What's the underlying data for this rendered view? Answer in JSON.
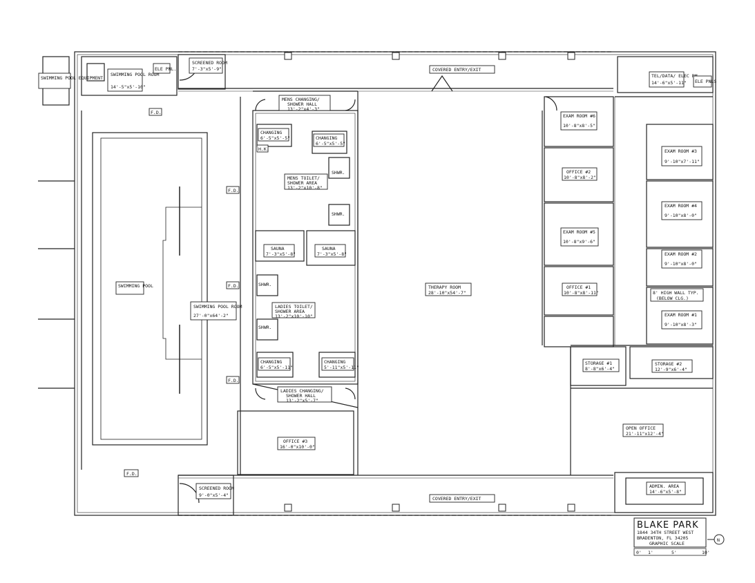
{
  "labels": {
    "pool_equipment": "SWIMMING POOL EQUIPMENT",
    "pool_equipment_room": "SWIMMING POOL ROOM",
    "pool_equipment_room_dim": "14'-5\"x5'-10\"",
    "ele_pnl": "ELE PNL.",
    "screened_top": "SCREENED ROOM",
    "screened_top_dim": "7'-3\"x5'-9\"",
    "covered_top": "COVERED ENTRY/EXIT",
    "mens_hall": "MENS CHANGING/",
    "mens_hall2": "SHOWER HALL",
    "mens_hall_dim": "13'-2\"x4'-3\"",
    "changing_a": "CHANGING",
    "changing_a_dim": "6'-5\"x5'-5\"",
    "changing_b": "CHANGING",
    "changing_b_dim": "6'-5\"x5'-5\"",
    "hk": "H.K.",
    "mens_toilet": "MENS TOILET/",
    "mens_toilet2": "SHOWER AREA",
    "mens_toilet_dim": "13'-2\"x10'-8\"",
    "shwr_1": "SHWR.",
    "shwr_2": "SHWR.",
    "shwr_3": "SHWR.",
    "shwr_4": "SHWR.",
    "sauna_a": "SAUNA",
    "sauna_a_dim": "7'-3\"x5'-8\"",
    "sauna_b": "SAUNA",
    "sauna_b_dim": "7'-3\"x5'-8\"",
    "ladies_toilet": "LADIES TOILET/",
    "ladies_toilet2": "SHOWER AREA",
    "ladies_toilet_dim": "13'-2\"x10'-10\"",
    "changing_c": "CHANGING",
    "changing_c_dim": "6'-5\"x5'-11\"",
    "changing_d": "CHANGING",
    "changing_d_dim": "5'-11\"x5'-11\"",
    "ladies_hall": "LADIES CHANGING/",
    "ladies_hall2": "SHOWER HALL",
    "ladies_hall_dim": "13'-2\"x5'-7\"",
    "office3": "OFFICE #3",
    "office3_dim": "16'-0\"x10'-0\"",
    "pool": "SWIMMING POOL",
    "pool_room": "SWIMMING POOL ROOM",
    "pool_room_dim": "27'-0\"x64'-2\"",
    "fd": "F.D.",
    "therapy": "THERAPY ROOM",
    "therapy_dim": "28'-10\"x54'-7\"",
    "exam6": "EXAM ROOM #6",
    "exam6_dim": "10'-8\"x8'-5\"",
    "office2": "OFFICE #2",
    "office2_dim": "10'-8\"x8'-2\"",
    "exam5": "EXAM ROOM #5",
    "exam5_dim": "10'-8\"x9'-6\"",
    "office1": "OFFICE #1",
    "office1_dim": "10'-8\"x8'-11\"",
    "tel_data": "TEL/DATA/ ELEC RM",
    "tel_data_dim": "14'-6\"x5'-11\"",
    "ele_pnls": "ELE PNLS",
    "exam3": "EXAM ROOM #3",
    "exam3_dim": "9'-10\"x7'-11\"",
    "exam4": "EXAM ROOM #4",
    "exam4_dim": "9'-10\"x8'-0\"",
    "exam2": "EXAM ROOM #2",
    "exam2_dim": "9'-10\"x8'-0\"",
    "high_wall": "8' HIGH WALL TYP.",
    "high_wall2": "(BELOW CLG.)",
    "exam1": "EXAM ROOM #1",
    "exam1_dim": "9'-10\"x8'-3\"",
    "storage1": "STORAGE #1",
    "storage1_dim": "8'-8\"x6'-4\"",
    "storage2": "STORAGE #2",
    "storage2_dim": "12'-9\"x6'-4\"",
    "open_office": "OPEN OFFICE",
    "open_office_dim": "21'-11\"x12'-4\"",
    "screened_bottom": "SCREENED ROOM",
    "screened_bottom_dim": "9'-0\"x5'-4\"",
    "covered_bottom": "COVERED ENTRY/EXIT",
    "admin": "ADMIN. AREA",
    "admin_dim": "14'-6\"x5'-8\""
  },
  "title_block": {
    "name": "BLAKE PARK",
    "address1": "1844 34TH STREET WEST",
    "address2": "BRADENTON, FL 34205",
    "scale_label": "GRAPHIC SCALE",
    "scale_ticks": [
      "0'",
      "1'",
      "5'",
      "10'"
    ],
    "north": "N"
  },
  "icons": {
    "north_arrow": "north-arrow-icon"
  }
}
